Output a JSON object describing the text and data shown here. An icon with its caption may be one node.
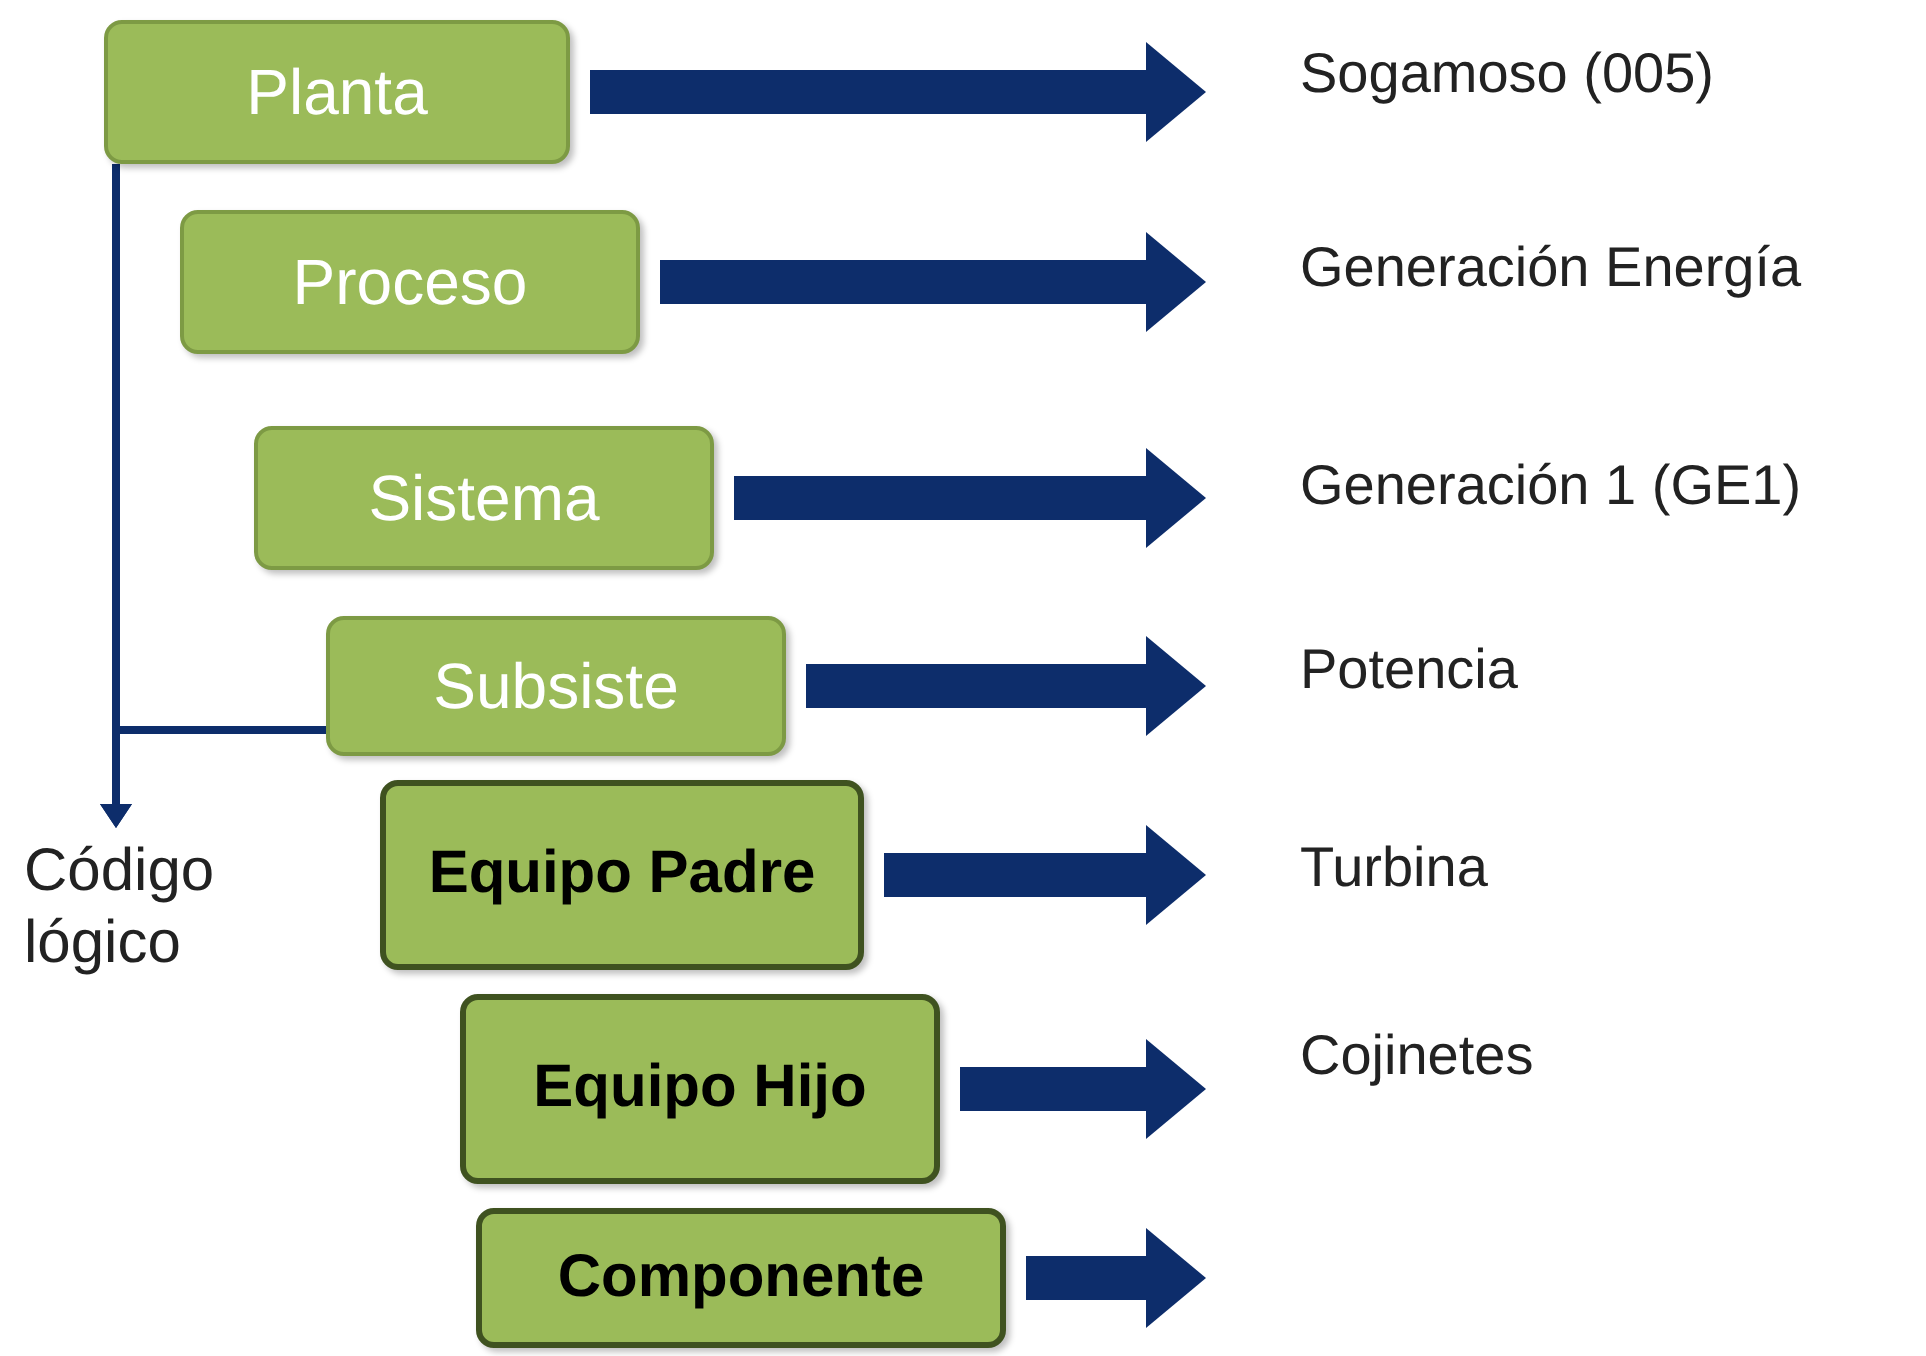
{
  "diagram": {
    "nodes": [
      {
        "text": [
          "Planta"
        ]
      },
      {
        "text": [
          "Sogamoso (005)"
        ]
      },
      {
        "text": [
          "Proceso"
        ]
      },
      {
        "text": [
          "Generación Energía"
        ]
      },
      {
        "text": [
          "Sistema"
        ]
      },
      {
        "text": [
          "Generación 1 (GE1)"
        ]
      },
      {
        "text": [
          "Subsiste"
        ]
      },
      {
        "text": [
          "Potencia"
        ]
      },
      {
        "text": [
          "Equipo Padre"
        ]
      },
      {
        "text": [
          "Turbina"
        ]
      },
      {
        "text": [
          "Código lógico"
        ]
      },
      {
        "text": [
          "Equipo Hijo"
        ]
      },
      {
        "text": [
          "Cojinetes"
        ]
      },
      {
        "text": [
          "Componente"
        ]
      }
    ],
    "edges": [
      {
        "from": 0,
        "to": 1,
        "arrow": "to"
      },
      {
        "from": 2,
        "to": 3,
        "arrow": "to"
      },
      {
        "from": 4,
        "to": 5,
        "arrow": "to"
      },
      {
        "from": 6,
        "to": 7,
        "arrow": "to"
      },
      {
        "from": 8,
        "to": 9,
        "arrow": "to"
      },
      {
        "from": 11,
        "to": 12,
        "arrow": "to"
      },
      {
        "from": 13,
        "to": null,
        "arrow": "to"
      },
      {
        "from": 0,
        "to": 10,
        "arrow": "to"
      },
      {
        "from": 6,
        "to": 10,
        "arrow": "to"
      }
    ]
  }
}
